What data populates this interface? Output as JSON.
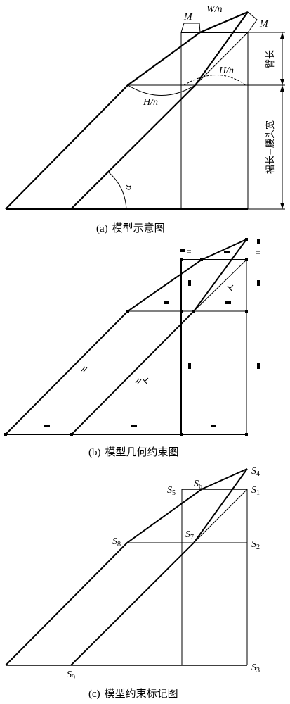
{
  "panels": {
    "a": {
      "caption_letter": "(a)",
      "caption_text": "模型示意图",
      "labels": {
        "m_left": "M",
        "w_over_n": "W/n",
        "m_right": "M",
        "h_over_n_right": "H/n",
        "h_over_n_left": "H/n",
        "alpha": "α",
        "arm_length": "臂长",
        "skirt_minus_waist": "裙长−腰头宽"
      }
    },
    "b": {
      "caption_letter": "(b)",
      "caption_text": "模型几何约束图"
    },
    "c": {
      "caption_letter": "(c)",
      "caption_text": "模型约束标记图",
      "points": {
        "s1": "S1",
        "s2": "S2",
        "s3": "S3",
        "s4": "S4",
        "s5": "S5",
        "s6": "S6",
        "s7": "S7",
        "s8": "S8",
        "s9": "S9"
      }
    }
  }
}
